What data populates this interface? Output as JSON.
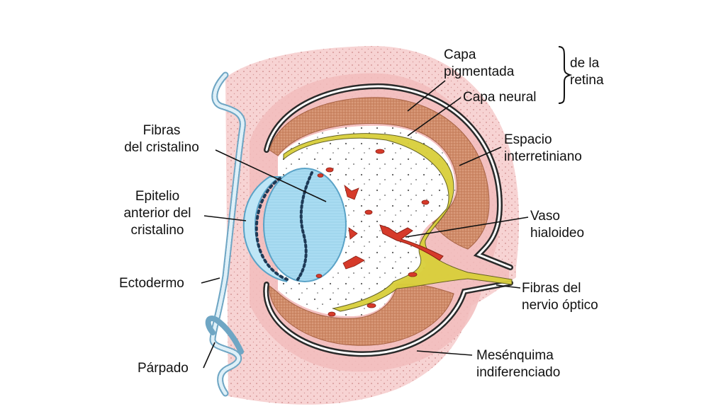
{
  "labels": {
    "capa_pigmentada": "Capa\npigmentada",
    "capa_neural": "Capa neural",
    "de_la_retina": "de la\nretina",
    "espacio_interretiniano": "Espacio\ninterretiniano",
    "fibras_cristalino": "Fibras\ndel cristalino",
    "epitelio_anterior": "Epitelio\nanterior del\ncristalino",
    "vaso_hialoideo": "Vaso\nhialoideo",
    "ectodermo": "Ectodermo",
    "fibras_nervio_optico": "Fibras del\nnervio óptico",
    "parpado": "Párpado",
    "mesenquima": "Mesénquima\nindiferenciado"
  },
  "colors": {
    "mesenchyme": "#f7d3d3",
    "mesenchyme_inner": "#f2bcbc",
    "neural_retina": "#cf8a68",
    "pigment_layer": "#2a2a2a",
    "lens": "#a9dcf2",
    "lens_epithelium": "#bfe6f6",
    "ectoderm": "#c9e4f1",
    "hyaloid_vessel": "#d63a2a",
    "optic_fibers": "#d9cf3a",
    "vitreous": "#ffffff"
  }
}
